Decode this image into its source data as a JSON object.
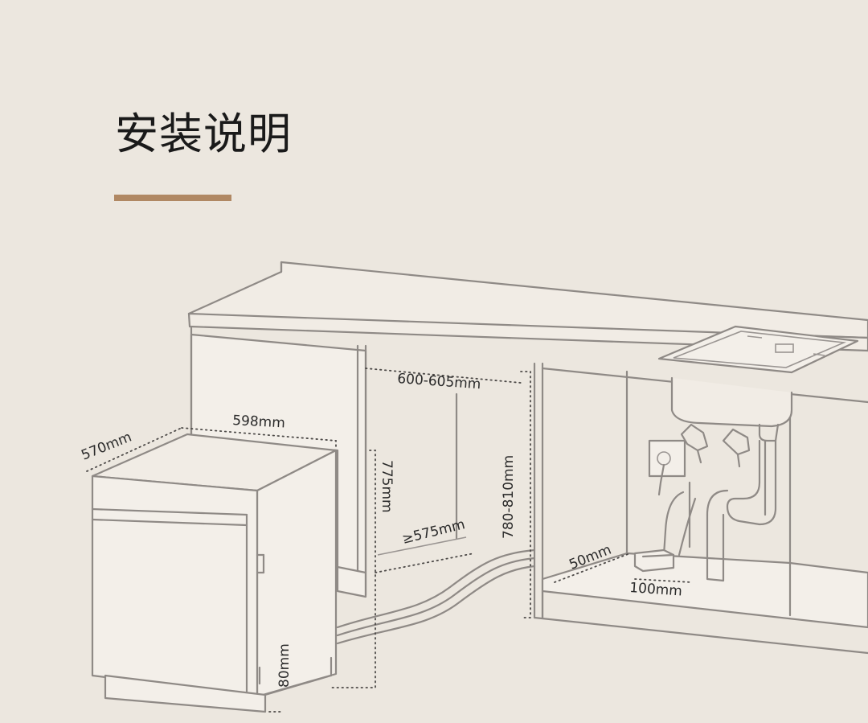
{
  "title": "安装说明",
  "colors": {
    "background": "#ece7df",
    "accent": "#b08863",
    "line": "#8f8a86",
    "text": "#1a1a1a"
  },
  "dimensions": {
    "depth": "570mm",
    "width": "598mm",
    "niche_width": "600-605mm",
    "height": "775mm",
    "niche_height": "780-810mm",
    "niche_depth": "≥575mm",
    "plinth": "80mm",
    "outlet_offset": "50mm",
    "outlet_width": "100mm"
  }
}
